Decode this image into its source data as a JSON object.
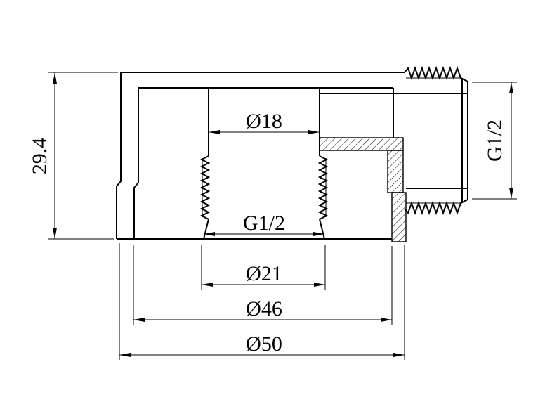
{
  "page": {
    "background": "#ffffff",
    "line_color": "#000000"
  },
  "drawing": {
    "kind": "technical-cross-section-of-threaded-pipe-fitting",
    "dimensions": {
      "overall_height": "29.4",
      "upper_bore_diameter": "Ø18",
      "internal_thread": "G1/2",
      "thread_bore_diameter": "Ø21",
      "inner_base_diameter": "Ø46",
      "outer_base_diameter": "Ø50",
      "outlet_thread": "G1/2"
    }
  }
}
